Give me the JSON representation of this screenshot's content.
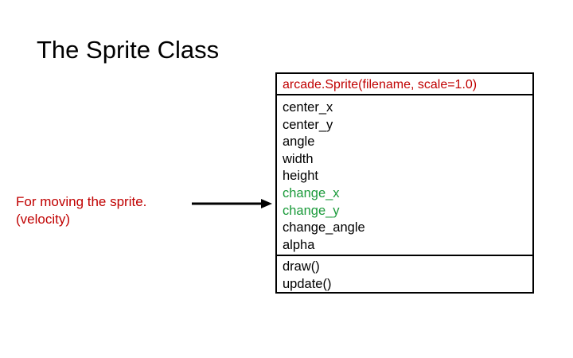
{
  "title": "The Sprite Class",
  "class_box": {
    "name": "arcade.Sprite(filename, scale=1.0)",
    "attributes": [
      {
        "label": "center_x",
        "highlight": false
      },
      {
        "label": "center_y",
        "highlight": false
      },
      {
        "label": "angle",
        "highlight": false
      },
      {
        "label": "width",
        "highlight": false
      },
      {
        "label": "height",
        "highlight": false
      },
      {
        "label": "change_x",
        "highlight": true
      },
      {
        "label": "change_y",
        "highlight": true
      },
      {
        "label": "change_angle",
        "highlight": false
      },
      {
        "label": "alpha",
        "highlight": false
      }
    ],
    "methods": [
      {
        "label": "draw()"
      },
      {
        "label": "update()"
      }
    ]
  },
  "annotation": {
    "line1": "For moving the sprite.",
    "line2": "(velocity)"
  },
  "colors": {
    "class_name": "#c00000",
    "annotation": "#c00000",
    "velocity_attributes": "#1a9a3a",
    "arrow": "#000000"
  }
}
